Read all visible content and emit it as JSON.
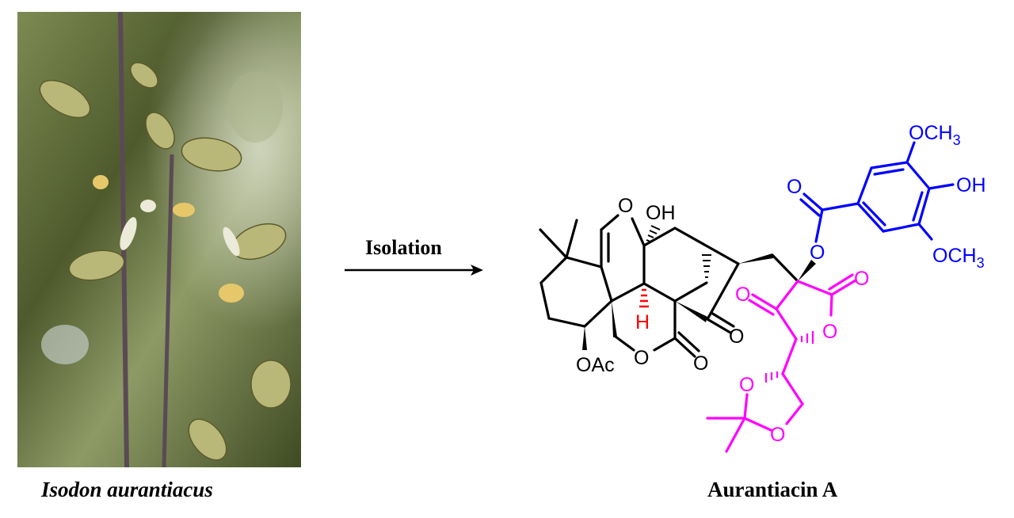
{
  "figure": {
    "plant_caption": "Isodon aurantiacus",
    "step_label": "Isolation",
    "compound_caption": "Aurantiacin A"
  },
  "atoms": {
    "o_ether": "O",
    "oh_core": "OH",
    "h_red": "H",
    "oac": "OAc",
    "o_lactone": "O",
    "o_lactone_carbonyl": "O",
    "o_ketone": "O",
    "o_ester": "O",
    "o_ester_carbonyl": "O",
    "ome_top": "OCH",
    "ome_top_sub": "3",
    "oh_aryl": "OH",
    "ome_bottom": "OCH",
    "ome_bottom_sub": "3",
    "o_pink_ketone": "O",
    "o_pink_lactone_carbonyl": "O",
    "o_pink_lactone": "O",
    "o_dioxolane_1": "O",
    "o_dioxolane_2": "O"
  },
  "colors": {
    "core": "#000000",
    "highlight_h": "#ff0000",
    "galloyl": "#0000ff",
    "side_chain": "#ff00ff"
  }
}
